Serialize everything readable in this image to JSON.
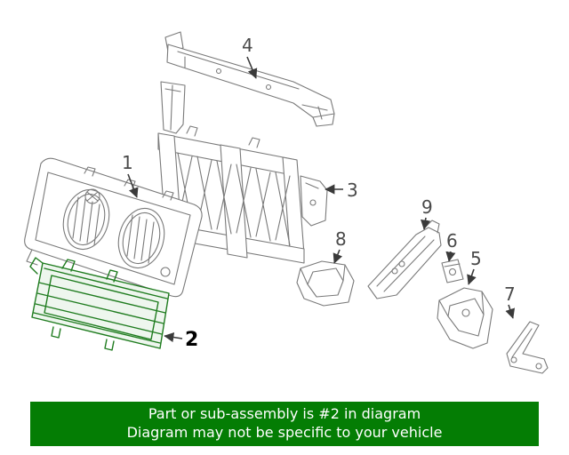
{
  "diagram": {
    "labels": {
      "part1": "1",
      "part2": "2",
      "part3": "3",
      "part4": "4",
      "part5": "5",
      "part6": "6",
      "part7": "7",
      "part8": "8",
      "part9": "9"
    }
  },
  "banner": {
    "line1": "Part or sub-assembly is #2 in diagram",
    "line2": "Diagram may not be specific to your vehicle"
  },
  "colors": {
    "banner_background": "#047d04",
    "banner_text": "#ffffff",
    "highlighted_part_green": "#1f7c1f",
    "line_art_gray": "#7a7a7a",
    "callout_text": "#4a4a4a"
  }
}
